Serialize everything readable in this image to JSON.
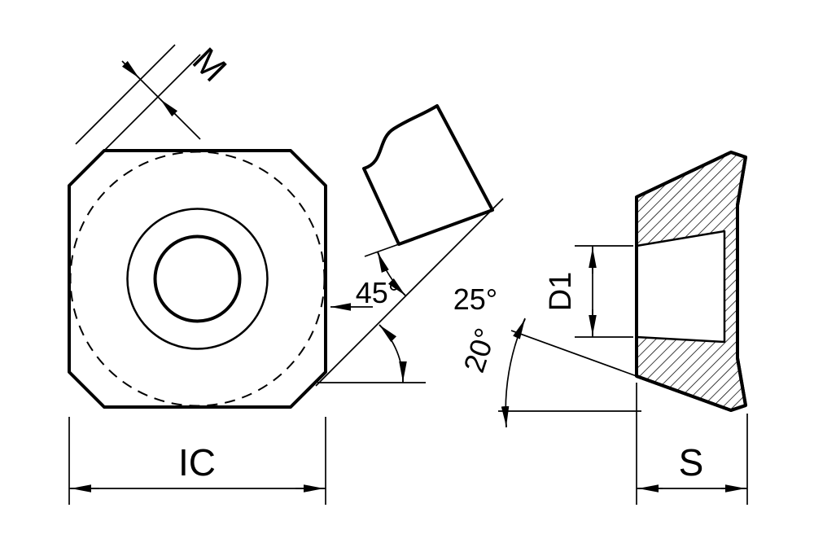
{
  "drawing": {
    "labels": {
      "m": "M",
      "ic": "IC",
      "s": "S",
      "d1": "D1",
      "angle_45": "45°",
      "angle_25": "25°",
      "angle_20": "20°"
    },
    "colors": {
      "insert_fill": "#F9A21B",
      "outline": "#000000",
      "background": "#FFFFFF"
    }
  }
}
